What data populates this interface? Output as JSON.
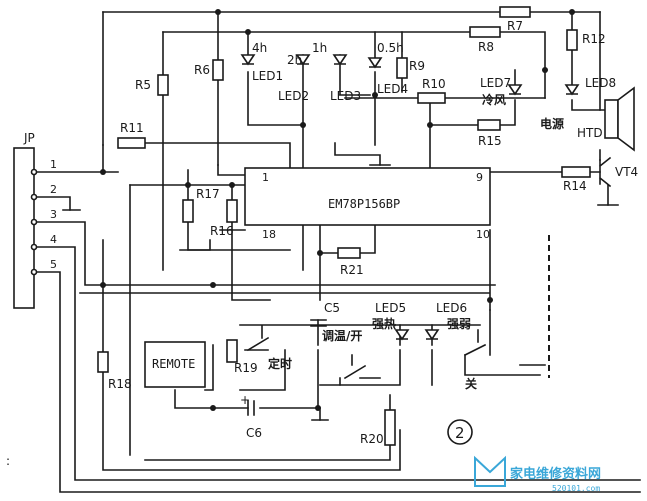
{
  "connector": {
    "name": "JP",
    "pins": [
      "1",
      "2",
      "3",
      "4",
      "5"
    ]
  },
  "ic": {
    "name": "EM78P156BP",
    "pins": [
      "1",
      "18",
      "9",
      "10"
    ]
  },
  "resistors": [
    "R5",
    "R6",
    "R7",
    "R8",
    "R9",
    "R10",
    "R11",
    "R12",
    "R14",
    "R15",
    "R16",
    "R17",
    "R18",
    "R19",
    "R20",
    "R21"
  ],
  "capacitors": [
    "C5",
    "C6"
  ],
  "leds": [
    "LED1",
    "LED2",
    "LED3",
    "LED4",
    "LED5",
    "LED6",
    "LED7",
    "LED8"
  ],
  "timer_labels": [
    "4h",
    "2h",
    "1h",
    "0.5h"
  ],
  "transistor": "VT4",
  "buzzer": "HTD",
  "remote": "REMOTE",
  "chinese_labels": {
    "cold_wind": "冷风",
    "power": "电源",
    "temp_on": "调温/开",
    "strong_heat": "强热",
    "strong_weak": "强弱",
    "timer": "定时",
    "off": "关"
  },
  "capacitor_polarity": "+",
  "figure_number": "2",
  "margin_mark": ":",
  "watermark": {
    "text": "家电维修资料网",
    "url": "520101.com",
    "color": "#3aa7d8"
  }
}
